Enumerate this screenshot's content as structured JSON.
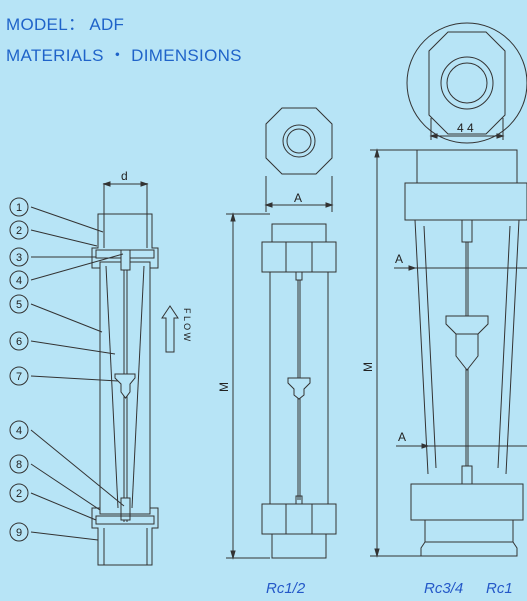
{
  "title": {
    "model": "MODEL：  ADF",
    "subtitle": "MATERIALS  ・  DIMENSIONS"
  },
  "parts": [
    "1",
    "2",
    "3",
    "4",
    "5",
    "6",
    "7",
    "4",
    "8",
    "2",
    "9"
  ],
  "labels": {
    "d": "d",
    "A": "A",
    "M": "M",
    "size44": "4 4",
    "flow": "F L O W"
  },
  "captions": [
    "Rc1/2",
    "Rc3/4",
    "Rc1"
  ],
  "colors": {
    "background": "#b7e4f6",
    "title": "#1f63c9",
    "caption": "#2458c8",
    "line": "#333333"
  }
}
